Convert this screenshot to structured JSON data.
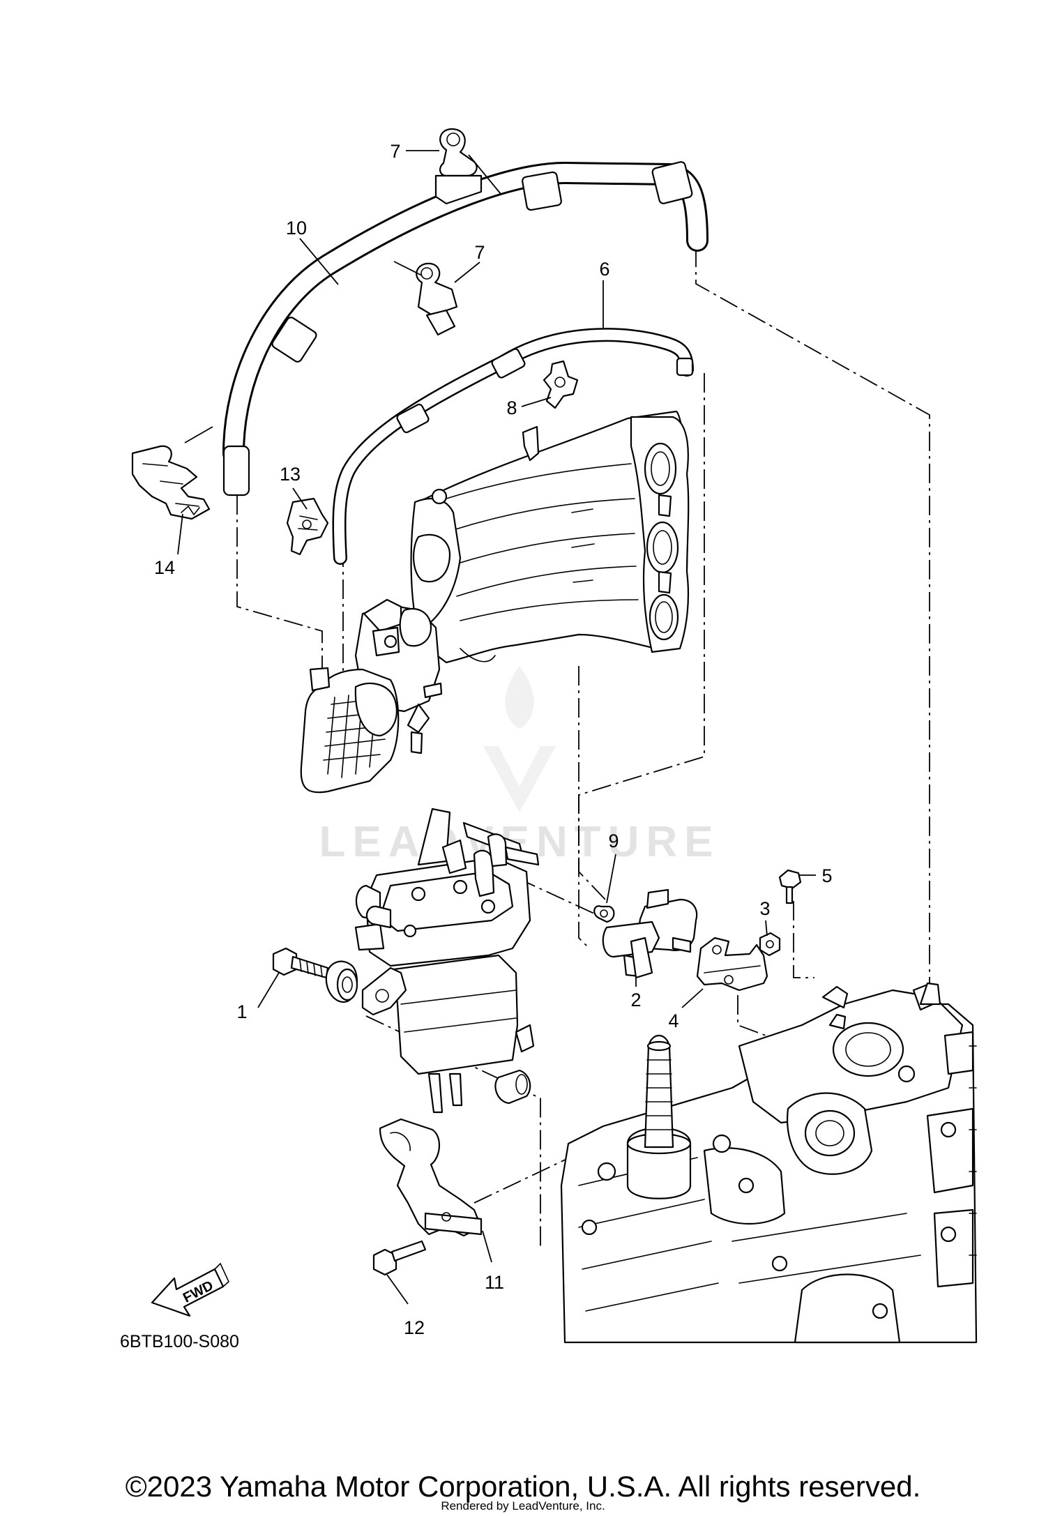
{
  "diagram": {
    "callouts": {
      "c1": "1",
      "c2": "2",
      "c3": "3",
      "c4": "4",
      "c5": "5",
      "c6": "6",
      "c7a": "7",
      "c7b": "7",
      "c8": "8",
      "c9": "9",
      "c10": "10",
      "c11": "11",
      "c12": "12",
      "c13": "13",
      "c14": "14"
    },
    "forward_label": "FWD",
    "diagram_code": "6BTB100-S080"
  },
  "watermark": {
    "text": "LEADVENTURE",
    "icon": "flame-v-logo-icon"
  },
  "footer": {
    "copyright": "©2023 Yamaha Motor Corporation, U.S.A. All rights reserved.",
    "rendered_by": "Rendered by LeadVenture, Inc."
  }
}
